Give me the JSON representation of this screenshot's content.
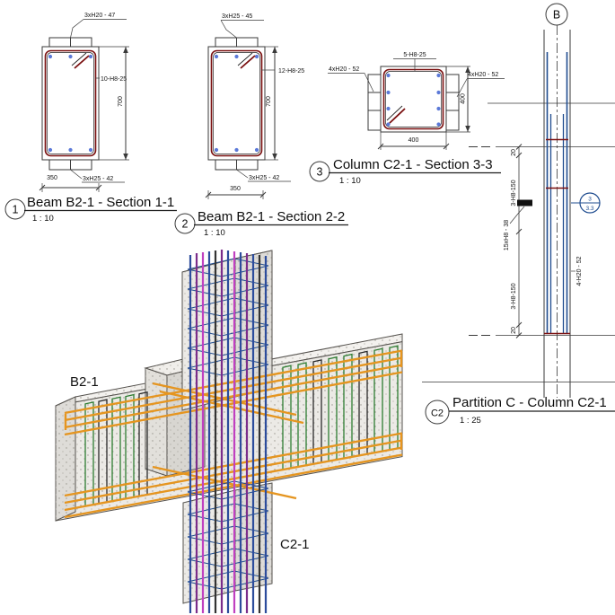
{
  "drawing": {
    "sections": {
      "s1": {
        "marker": "1",
        "title": "Beam B2-1 - Section 1-1",
        "scale": "1 : 10",
        "top_label": "3xH20 - 47",
        "side_label": "10-H8-25",
        "bottom_label": "3xH25 - 42",
        "width_dim": "350",
        "height_dim": "700"
      },
      "s2": {
        "marker": "2",
        "title": "Beam B2-1 - Section 2-2",
        "scale": "1 : 10",
        "top_label": "3xH25 - 45",
        "side_label": "12-H8-25",
        "bottom_label": "3xH25 - 42",
        "width_dim": "350",
        "height_dim": "700"
      },
      "s3": {
        "marker": "3",
        "title": "Column C2-1 - Section 3-3",
        "scale": "1 : 10",
        "top_label": "5-H8-25",
        "left_label": "4xH20 - 52",
        "right_label": "4xH20 - 52",
        "width_dim": "400",
        "height_dim": "400"
      },
      "elevation": {
        "marker": "C2",
        "title": "Partition C - Column C2-1",
        "scale": "1 : 25",
        "grid_bubble": "B",
        "dim_top": "20",
        "zone1_label": "3-H8-150",
        "stirrups_label": "15xH8 - 38",
        "zone2_label": "3-H8-150",
        "dim_bottom": "20",
        "bars_label": "4-H20 - 52",
        "section_ref_num": "3",
        "section_ref_sheet": "3.3"
      }
    },
    "view3d": {
      "beam_label": "B2-1",
      "column_label": "C2-1"
    },
    "colors": {
      "stirrup_red": "#7a1010",
      "rebar_blue": "#1f4c8f",
      "rebar_dot": "#5b79d8",
      "beam_bar_orange": "#e59520",
      "stirrup_green": "#2e7d32",
      "bar_purple": "#7b2d8b",
      "bar_magenta": "#c040c0",
      "line": "#3a3a3a"
    }
  }
}
